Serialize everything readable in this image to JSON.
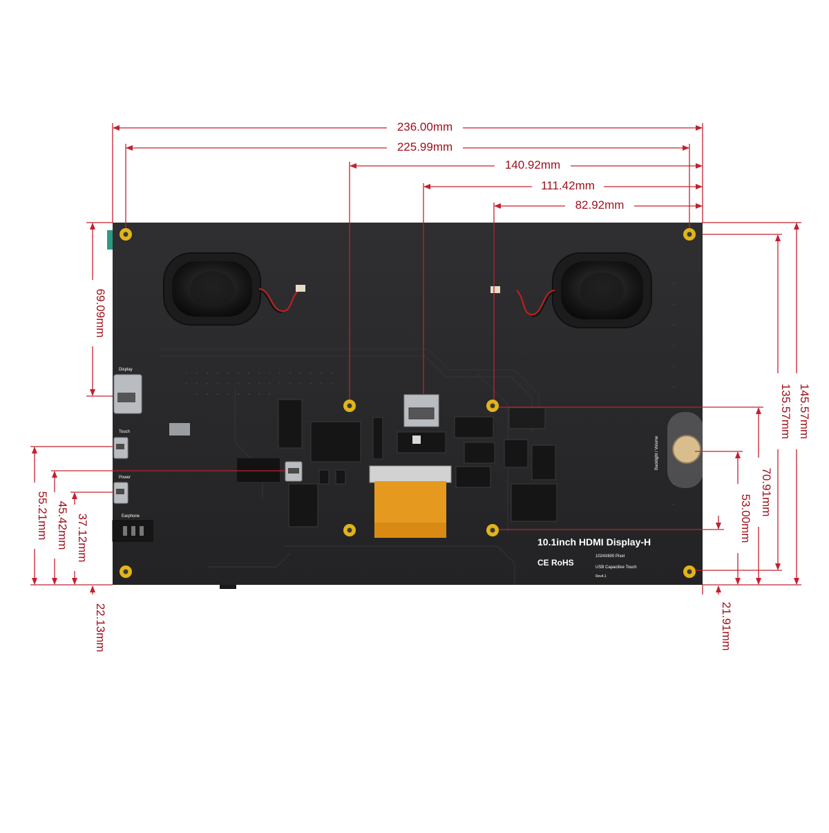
{
  "dimensions": {
    "width_total": "236.00mm",
    "width_holes": "225.99mm",
    "hole_to_right": "140.92mm",
    "hdmi_to_right": "111.42mm",
    "hole2_to_right": "82.92mm",
    "left_hdmi_from_top": "69.09mm",
    "touch_from_bottom": "55.21mm",
    "usb_from_bottom": "45.42mm",
    "power_from_bottom": "37.12mm",
    "earphone_from_bottom": "22.13mm",
    "height_total": "145.57mm",
    "height_holes": "135.57mm",
    "hole_right_vertical": "70.91mm",
    "knob_from_bottom": "53.00mm",
    "bottom_right_offset": "21.91mm"
  },
  "board": {
    "port_display": "Display",
    "port_touch": "Touch",
    "port_power": "Power",
    "port_earphone": "Earphone",
    "knob_label": "Backlight / Volume",
    "product_title": "10.1inch HDMI Display-H",
    "resolution": "1024X600 Pixel",
    "touch_type": "USB Capacitive Touch",
    "revision": "Rev4.1",
    "cert_marks": "CE RoHS"
  },
  "colors": {
    "dimension_line": "#c3202f",
    "board": "#2b2b2d",
    "mount_hole": "#e2b419",
    "ffc": "#e59a1f"
  }
}
